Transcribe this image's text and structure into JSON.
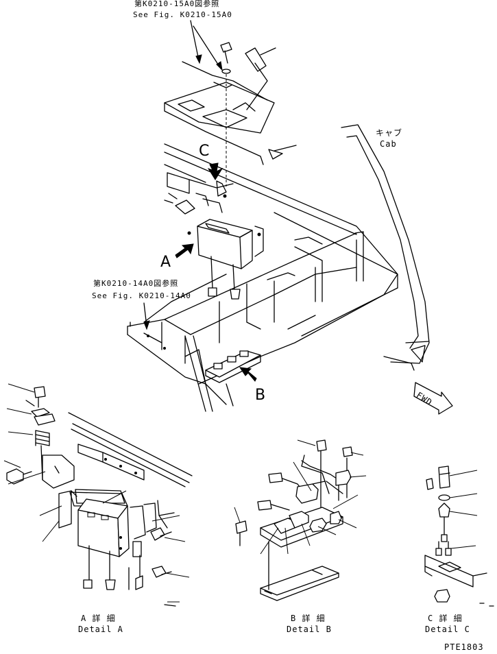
{
  "refs": {
    "top_jp": "第K0210-15A0図参照",
    "top_en": "See Fig. K0210-15A0",
    "mid_jp": "第K0210-14A0図参照",
    "mid_en": "See Fig. K0210-14A0"
  },
  "cab": {
    "jp": "キャブ",
    "en": "Cab"
  },
  "views": {
    "a": "A",
    "b": "B",
    "c": "C"
  },
  "fwd": "FWD",
  "details": {
    "a_jp": "A 詳 細",
    "a_en": "Detail A",
    "b_jp": "B 詳 細",
    "b_en": "Detail B",
    "c_jp": "C 詳 細",
    "c_en": "Detail C"
  },
  "code": "PTE1803"
}
